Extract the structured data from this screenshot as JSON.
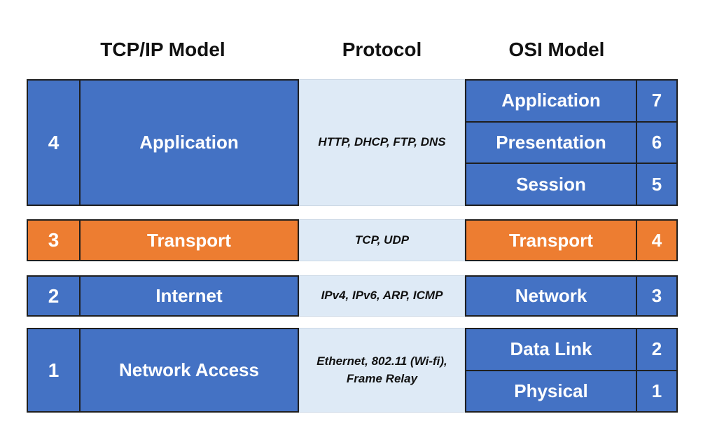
{
  "headers": {
    "tcpip": "TCP/IP Model",
    "protocol": "Protocol",
    "osi": "OSI Model"
  },
  "colors": {
    "layer_blue": "#4472C4",
    "layer_orange": "#ED7D31",
    "protocol_background": "#DEEAF6",
    "border": "#1F1F1F",
    "layer_text": "#FFFFFF",
    "header_text": "#111111"
  },
  "rows": [
    {
      "tcpip": {
        "number": "4",
        "label": "Application"
      },
      "protocol": "HTTP, DHCP, FTP, DNS",
      "osi": [
        {
          "label": "Application",
          "number": "7"
        },
        {
          "label": "Presentation",
          "number": "6"
        },
        {
          "label": "Session",
          "number": "5"
        }
      ]
    },
    {
      "tcpip": {
        "number": "3",
        "label": "Transport"
      },
      "protocol": "TCP, UDP",
      "osi": [
        {
          "label": "Transport",
          "number": "4"
        }
      ]
    },
    {
      "tcpip": {
        "number": "2",
        "label": "Internet"
      },
      "protocol": "IPv4, IPv6, ARP, ICMP",
      "osi": [
        {
          "label": "Network",
          "number": "3"
        }
      ]
    },
    {
      "tcpip": {
        "number": "1",
        "label": "Network Access"
      },
      "protocol": "Ethernet, 802.11 (Wi-fi),\nFrame Relay",
      "osi": [
        {
          "label": "Data Link",
          "number": "2"
        },
        {
          "label": "Physical",
          "number": "1"
        }
      ]
    }
  ]
}
